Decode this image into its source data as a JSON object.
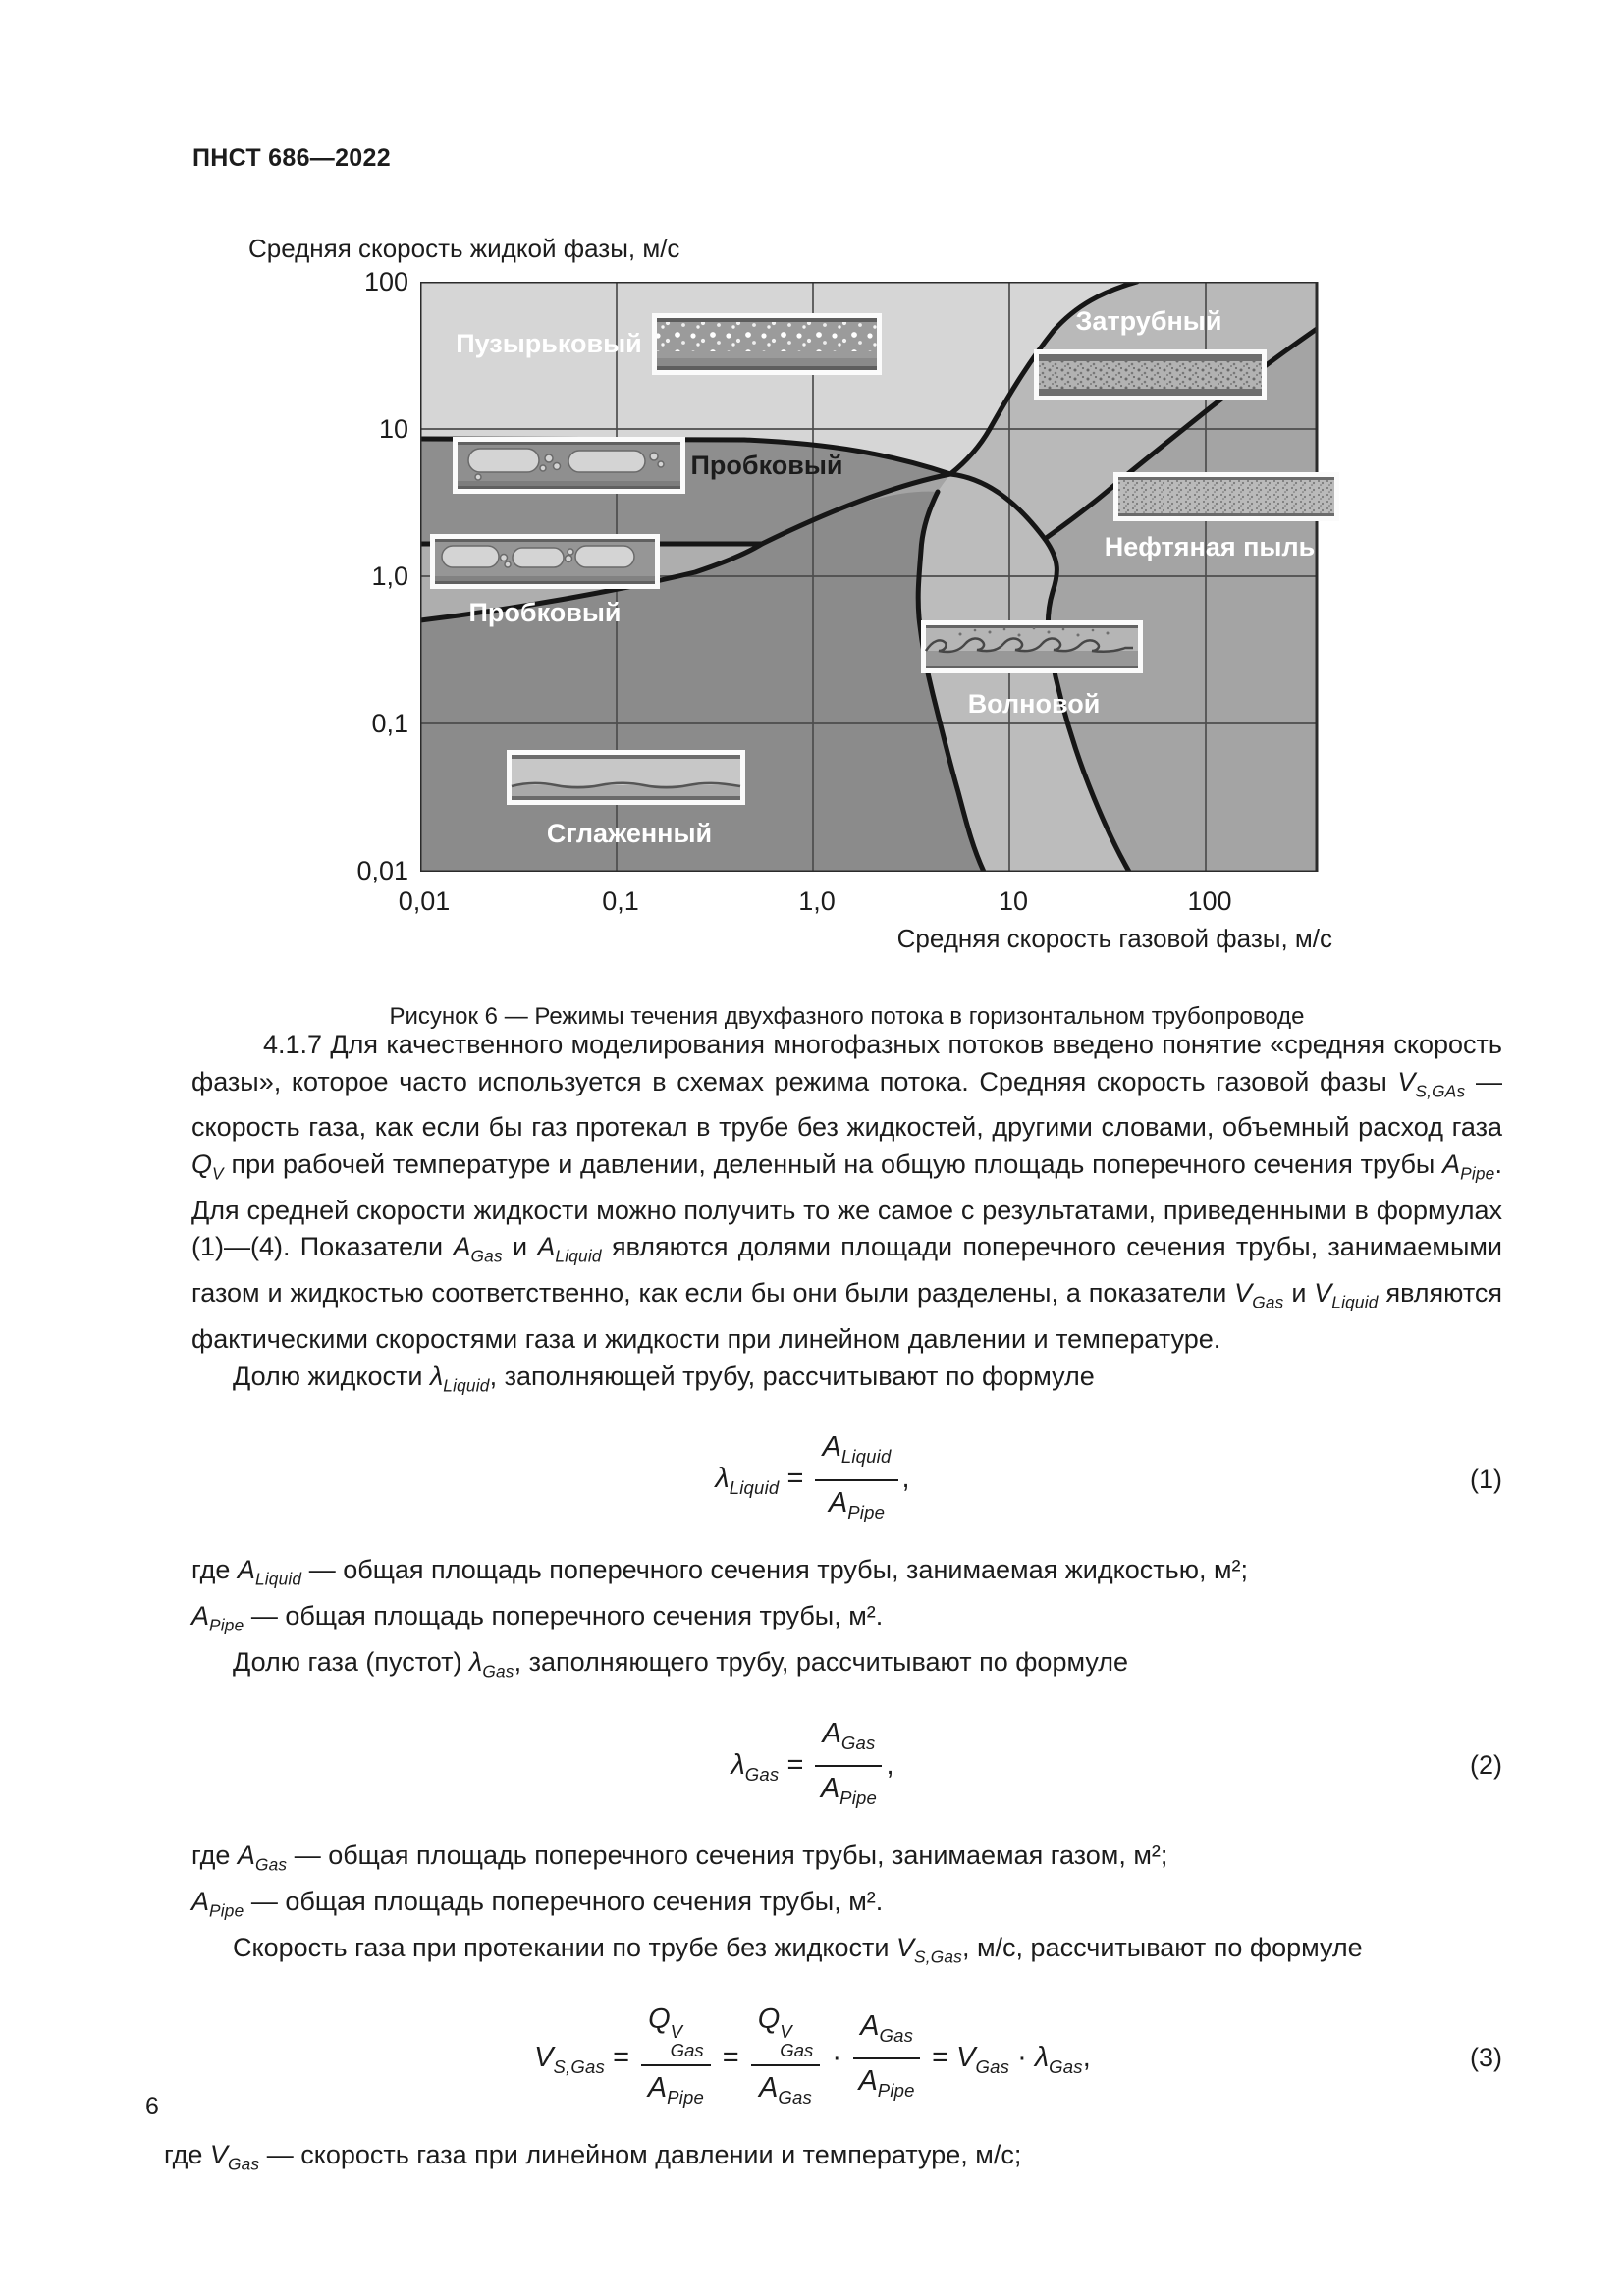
{
  "page": {
    "header": "ПНСТ 686—2022",
    "page_number": "6"
  },
  "figure": {
    "y_axis_title": "Средняя скорость жидкой фазы, м/с",
    "x_axis_title": "Средняя скорость газовой фазы, м/с",
    "y_ticks": [
      "100",
      "10",
      "1,0",
      "0,1",
      "0,01"
    ],
    "x_ticks": [
      "0,01",
      "0,1",
      "1,0",
      "10",
      "100"
    ],
    "regions": {
      "bubble": "Пузырьковый",
      "annular": "Затрубный",
      "slug_upper": "Пробковый",
      "slug_lower": "Пробковый",
      "mist": "Нефтяная пыль",
      "wave": "Волновой",
      "smooth": "Сглаженный"
    },
    "caption": "Рисунок 6 — Режимы течения двухфазного потока в горизонтальном трубопроводе"
  },
  "chart_data": {
    "type": "area",
    "title": "Режимы течения двухфазного потока в горизонтальном трубопроводе",
    "xlabel": "Средняя скорость газовой фазы, м/с",
    "ylabel": "Средняя скорость жидкой фазы, м/с",
    "x_axis": {
      "scale": "log",
      "range": [
        0.01,
        370
      ],
      "ticks": [
        0.01,
        0.1,
        1.0,
        10,
        100
      ]
    },
    "y_axis": {
      "scale": "log",
      "range": [
        0.01,
        100
      ],
      "ticks": [
        100,
        10,
        1.0,
        0.1,
        0.01
      ]
    },
    "grid": true,
    "regions": [
      {
        "name": "Пузырьковый",
        "approx_extent": {
          "x": [
            0.01,
            45
          ],
          "y": [
            8,
            100
          ]
        }
      },
      {
        "name": "Затрубный",
        "approx_extent": {
          "x": [
            8,
            370
          ],
          "y": [
            2,
            100
          ]
        }
      },
      {
        "name": "Пробковый (верхний)",
        "approx_extent": {
          "x": [
            0.01,
            5
          ],
          "y": [
            1.65,
            8.5
          ]
        }
      },
      {
        "name": "Пробковый (нижний)",
        "approx_extent": {
          "x": [
            0.01,
            0.6
          ],
          "y": [
            0.45,
            1.65
          ]
        }
      },
      {
        "name": "Нефтяная пыль",
        "approx_extent": {
          "x": [
            15,
            370
          ],
          "y": [
            0.01,
            60
          ]
        }
      },
      {
        "name": "Волновой",
        "approx_extent": {
          "x": [
            3.5,
            40
          ],
          "y": [
            0.01,
            4
          ]
        }
      },
      {
        "name": "Сглаженный",
        "approx_extent": {
          "x": [
            0.01,
            7
          ],
          "y": [
            0.01,
            0.5
          ]
        }
      }
    ],
    "boundaries": [
      {
        "name": "bubble-slug",
        "points": [
          [
            0.01,
            8.5
          ],
          [
            0.9,
            8.3
          ],
          [
            2.5,
            6.3
          ],
          [
            5,
            5
          ]
        ]
      },
      {
        "name": "slug-rise",
        "points": [
          [
            0.01,
            0.5
          ],
          [
            0.1,
            0.8
          ],
          [
            0.3,
            1.1
          ],
          [
            0.55,
            1.65
          ],
          [
            1.5,
            2.8
          ],
          [
            3,
            4
          ],
          [
            5,
            5
          ]
        ]
      },
      {
        "name": "slug-band-top",
        "points": [
          [
            0.01,
            1.65
          ],
          [
            0.55,
            1.65
          ]
        ]
      },
      {
        "name": "bubble-annular",
        "points": [
          [
            5,
            5
          ],
          [
            8,
            10
          ],
          [
            12,
            20
          ],
          [
            25,
            55
          ],
          [
            45,
            100
          ]
        ]
      },
      {
        "name": "annular-mist",
        "points": [
          [
            15,
            1.8
          ],
          [
            30,
            4
          ],
          [
            60,
            10
          ],
          [
            150,
            28
          ],
          [
            370,
            49
          ]
        ]
      },
      {
        "name": "wave-right",
        "points": [
          [
            5,
            5
          ],
          [
            9,
            3.5
          ],
          [
            15,
            1.8
          ],
          [
            14.8,
            0.55
          ],
          [
            17,
            0.18
          ],
          [
            25,
            0.05
          ],
          [
            41,
            0.01
          ]
        ]
      },
      {
        "name": "wave-left",
        "points": [
          [
            4.3,
            3.6
          ],
          [
            3.5,
            1.4
          ],
          [
            3.4,
            0.55
          ],
          [
            3.7,
            0.25
          ],
          [
            5.2,
            0.05
          ],
          [
            7.3,
            0.01
          ]
        ]
      }
    ],
    "colors": {
      "bubble_region": "#d6d6d6",
      "slug_dark": "#8e8e8e",
      "slug_band": "#aeaeae",
      "smooth_dark": "#8b8b8b",
      "wave_region": "#bcbcbc",
      "annular_band": "#b9b9b9",
      "mist_region": "#a4a4a4",
      "boundary_line": "#161616"
    }
  },
  "content": {
    "p1": [
      "4.1.7 Для качественного моделирования многофазных потоков введено понятие «средняя скорость фазы», которое часто используется в схемах режима потока. Средняя скорость газовой фазы ",
      {
        "v": "V",
        "sub": "S,GAs"
      },
      " — скорость газа, как если бы газ протекал в трубе без жидкостей, другими словами, объемный расход газа ",
      {
        "v": "Q",
        "sub": "V"
      },
      " при рабочей температуре и давлении, деленный на общую площадь поперечного сечения трубы ",
      {
        "v": "A",
        "sub": "Pipe"
      },
      ". Для средней скорости жидкости можно получить то же самое с результатами, приведенными в формулах (1)—(4). Показатели ",
      {
        "v": "A",
        "sub": "Gas"
      },
      " и ",
      {
        "v": "A",
        "sub": "Liquid"
      },
      " являются долями площади поперечного сечения трубы, занимаемыми газом и жидкостью соответственно, как если бы они были разделены, а показатели ",
      {
        "v": "V",
        "sub": "Gas"
      },
      " и ",
      {
        "v": "V",
        "sub": "Liquid"
      },
      " являются фактическими скоростями газа и жидкости при линейном давлении и температуре."
    ],
    "p2": [
      "Долю жидкости ",
      {
        "v": "λ",
        "sub": "Liquid"
      },
      ", заполняющей трубу, рассчитывают по формуле"
    ],
    "f1": {
      "body": [
        {
          "v": "λ",
          "sub": "Liquid"
        },
        " = ",
        {
          "frac": {
            "num": [
              {
                "v": "A",
                "sub": "Liquid"
              }
            ],
            "den": [
              {
                "v": "A",
                "sub": "Pipe"
              }
            ]
          }
        },
        ","
      ],
      "number": "(1)"
    },
    "where1_r1": [
      "где ",
      {
        "v": "A",
        "sub": "Liquid"
      },
      " — общая площадь поперечного сечения трубы, занимаемая жидкостью, м²;"
    ],
    "where1_r2": [
      {
        "v": "A",
        "sub": "Pipe"
      },
      " — общая площадь поперечного сечения трубы, м²."
    ],
    "p3": [
      "Долю газа (пустот) ",
      {
        "v": "λ",
        "sub": "Gas"
      },
      ", заполняющего трубу, рассчитывают по формуле"
    ],
    "f2": {
      "body": [
        {
          "v": "λ",
          "sub": "Gas"
        },
        " = ",
        {
          "frac": {
            "num": [
              {
                "v": "A",
                "sub": "Gas"
              }
            ],
            "den": [
              {
                "v": "A",
                "sub": "Pipe"
              }
            ]
          }
        },
        ","
      ],
      "number": "(2)"
    },
    "where2_r1": [
      "где ",
      {
        "v": "A",
        "sub": "Gas"
      },
      " — общая площадь поперечного сечения трубы, занимаемая газом, м²;"
    ],
    "where2_r2": [
      {
        "v": "A",
        "sub": "Pipe"
      },
      " — общая площадь поперечного сечения трубы, м²."
    ],
    "p4": [
      "Скорость газа при протекании по трубе без жидкости ",
      {
        "v": "V",
        "sub": "S,Gas"
      },
      ", м/с, рассчитывают по формуле"
    ],
    "f3": {
      "body": [
        {
          "v": "V",
          "sub": "S,Gas"
        },
        " = ",
        {
          "frac": {
            "num": [
              {
                "v": "Q",
                "sup": "V",
                "sub": "Gas"
              }
            ],
            "den": [
              {
                "v": "A",
                "sub": "Pipe"
              }
            ]
          }
        },
        " = ",
        {
          "frac": {
            "num": [
              {
                "v": "Q",
                "sup": "V",
                "sub": "Gas"
              }
            ],
            "den": [
              {
                "v": "A",
                "sub": "Gas"
              }
            ]
          }
        },
        " · ",
        {
          "frac": {
            "num": [
              {
                "v": "A",
                "sub": "Gas"
              }
            ],
            "den": [
              {
                "v": "A",
                "sub": "Pipe"
              }
            ]
          }
        },
        " = ",
        {
          "v": "V",
          "sub": "Gas"
        },
        " · ",
        {
          "v": "λ",
          "sub": "Gas"
        },
        ","
      ],
      "number": "(3)"
    },
    "where3_r1": [
      "где ",
      {
        "v": "V",
        "sub": "Gas"
      },
      " —  скорость газа при линейном давлении и температуре, м/с;"
    ]
  }
}
